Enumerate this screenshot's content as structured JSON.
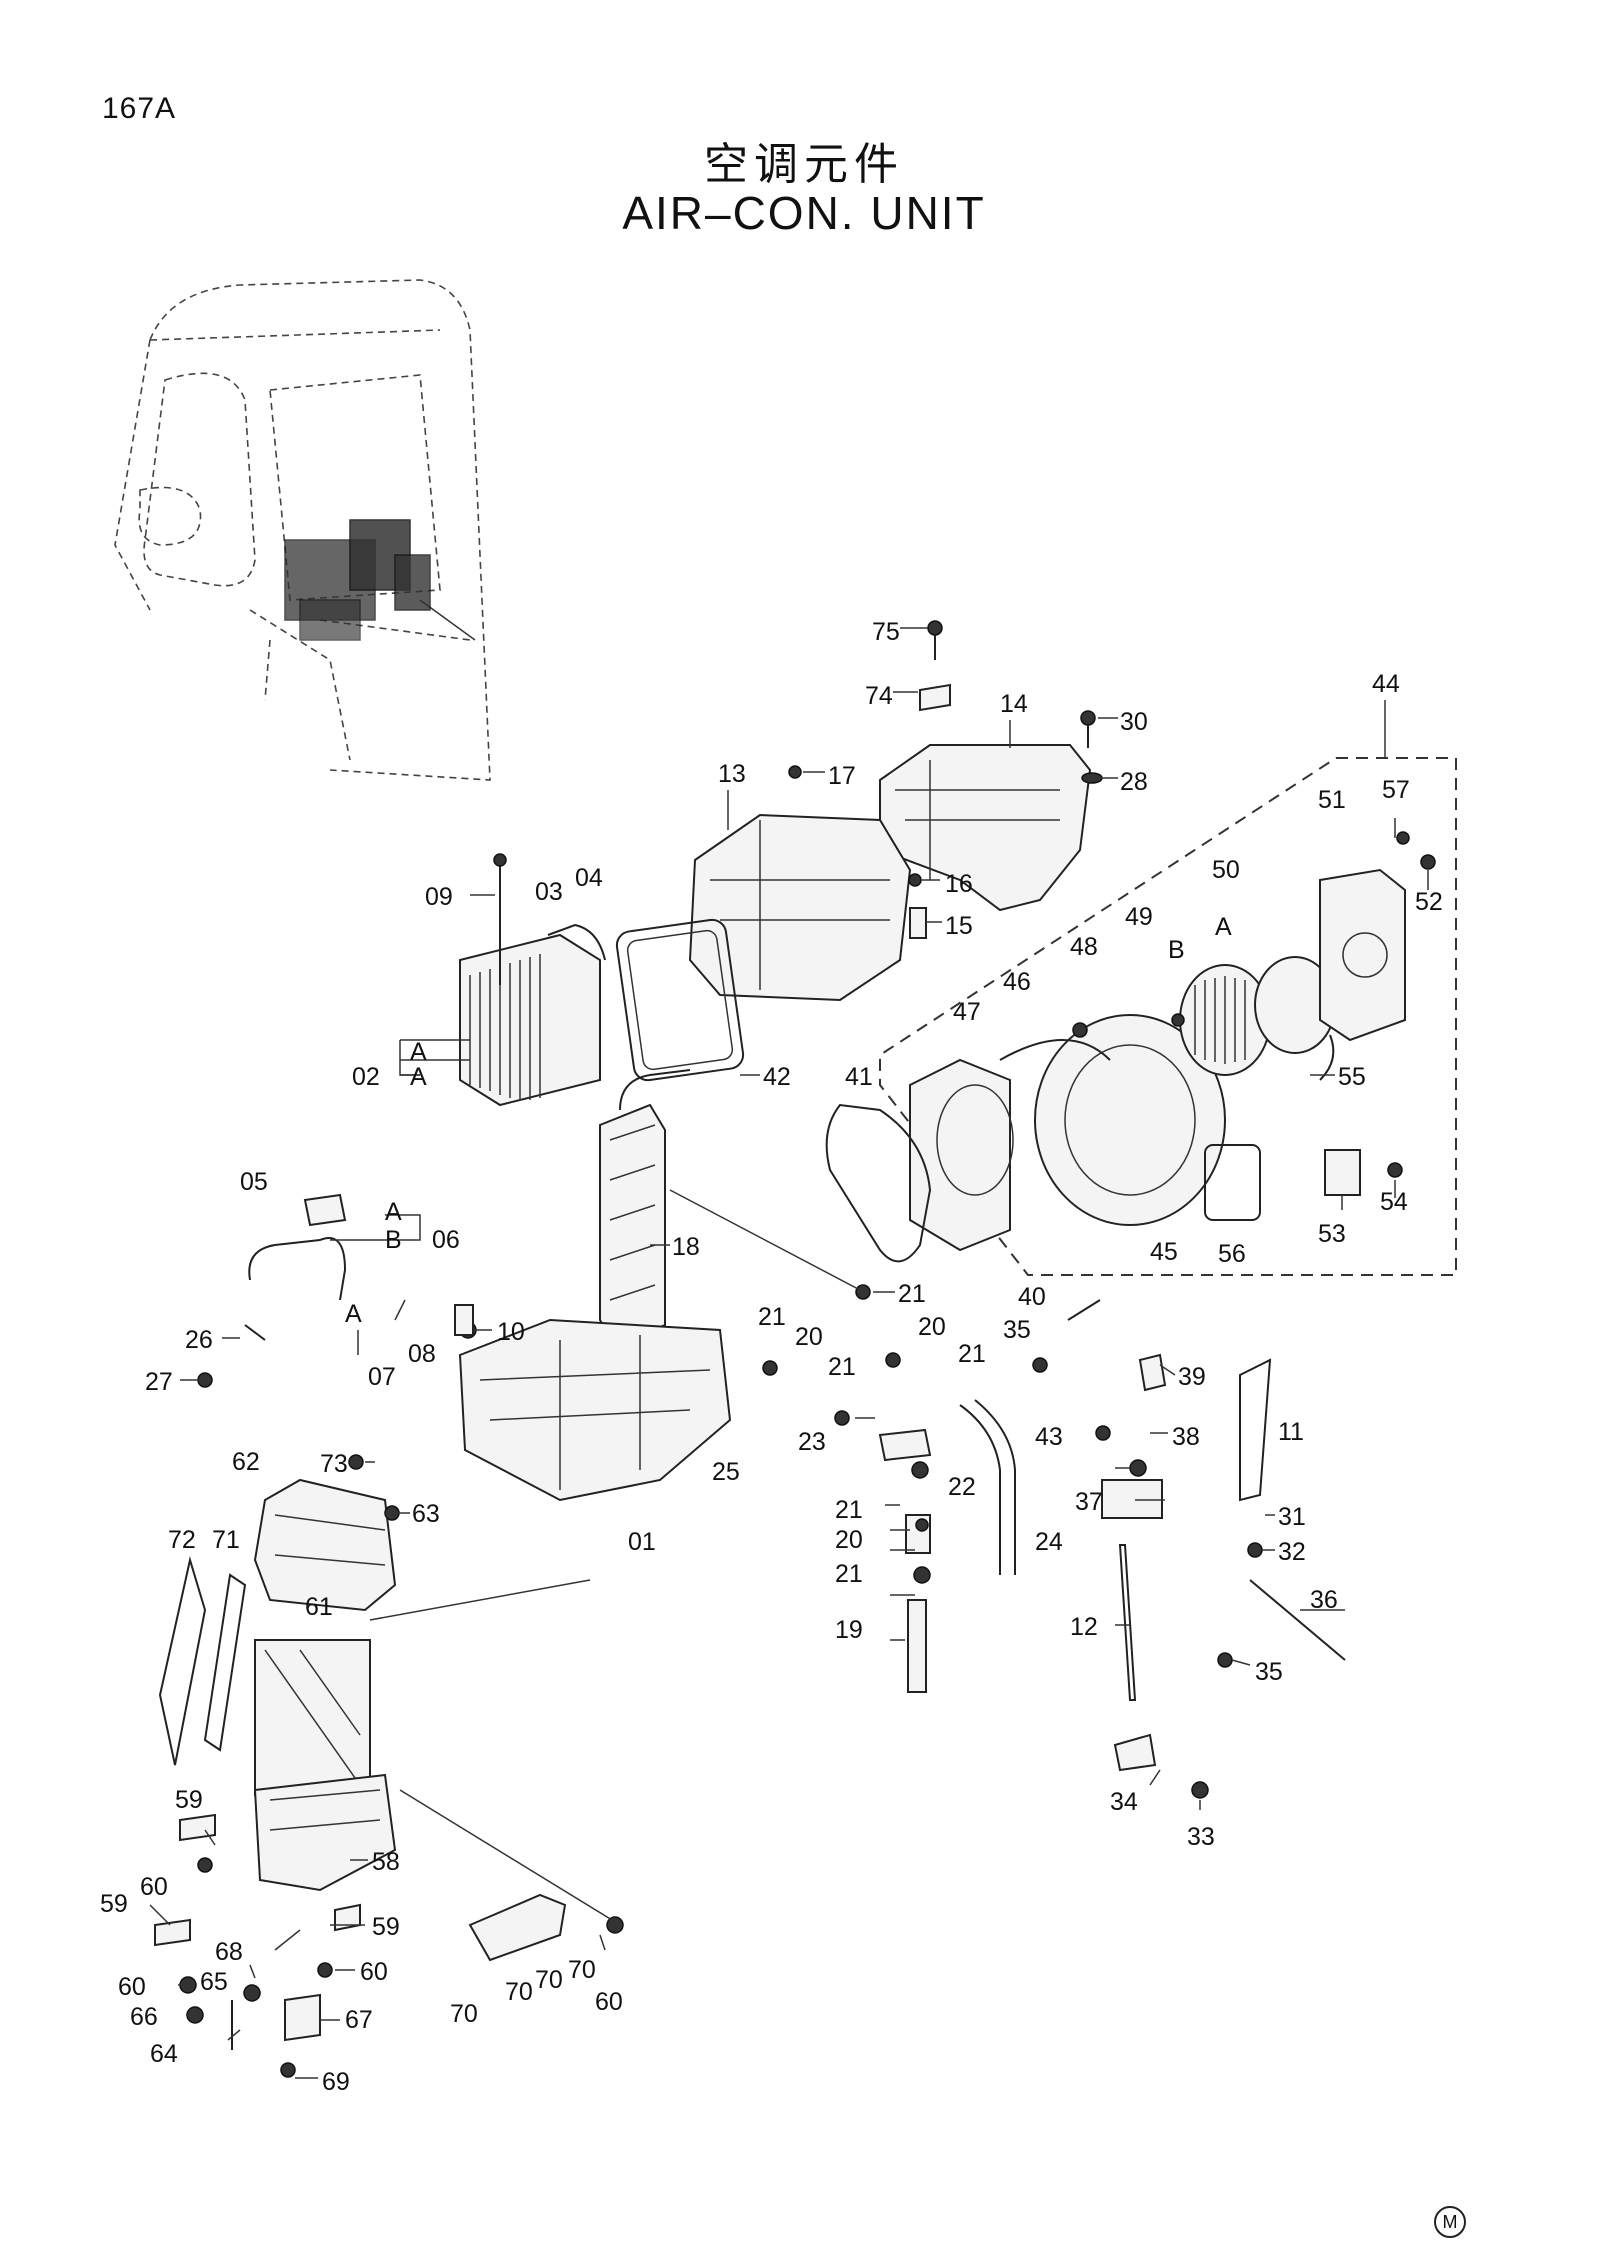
{
  "page": {
    "number": "167A",
    "title_cn": "空调元件",
    "title_en": "AIR–CON.  UNIT",
    "corner_mark": "M"
  },
  "callouts": [
    {
      "id": "c75",
      "text": "75"
    },
    {
      "id": "c74",
      "text": "74"
    },
    {
      "id": "c14",
      "text": "14"
    },
    {
      "id": "c30",
      "text": "30"
    },
    {
      "id": "c28",
      "text": "28"
    },
    {
      "id": "c44",
      "text": "44"
    },
    {
      "id": "c13",
      "text": "13"
    },
    {
      "id": "c17",
      "text": "17"
    },
    {
      "id": "c57",
      "text": "57"
    },
    {
      "id": "c51",
      "text": "51"
    },
    {
      "id": "c52",
      "text": "52"
    },
    {
      "id": "c09",
      "text": "09"
    },
    {
      "id": "c03",
      "text": "03"
    },
    {
      "id": "c04",
      "text": "04"
    },
    {
      "id": "c16",
      "text": "16"
    },
    {
      "id": "c15",
      "text": "15"
    },
    {
      "id": "c50",
      "text": "50"
    },
    {
      "id": "c50a",
      "text": "A"
    },
    {
      "id": "c49",
      "text": "49"
    },
    {
      "id": "c48",
      "text": "48"
    },
    {
      "id": "c49b",
      "text": "B"
    },
    {
      "id": "c46",
      "text": "46"
    },
    {
      "id": "c47",
      "text": "47"
    },
    {
      "id": "c42",
      "text": "42"
    },
    {
      "id": "c55",
      "text": "55"
    },
    {
      "id": "c02a1",
      "text": "A"
    },
    {
      "id": "c02",
      "text": "02"
    },
    {
      "id": "c02a2",
      "text": "A"
    },
    {
      "id": "c41",
      "text": "41"
    },
    {
      "id": "c05",
      "text": "05"
    },
    {
      "id": "c06a",
      "text": "A"
    },
    {
      "id": "c06b",
      "text": "B"
    },
    {
      "id": "c06",
      "text": "06"
    },
    {
      "id": "c18",
      "text": "18"
    },
    {
      "id": "c53",
      "text": "53"
    },
    {
      "id": "c54",
      "text": "54"
    },
    {
      "id": "c45",
      "text": "45"
    },
    {
      "id": "c56",
      "text": "56"
    },
    {
      "id": "c07a",
      "text": "A"
    },
    {
      "id": "c07",
      "text": "07"
    },
    {
      "id": "c08",
      "text": "08"
    },
    {
      "id": "c10",
      "text": "10"
    },
    {
      "id": "c21a",
      "text": "21"
    },
    {
      "id": "c40",
      "text": "40"
    },
    {
      "id": "c26",
      "text": "26"
    },
    {
      "id": "c27",
      "text": "27"
    },
    {
      "id": "c21b",
      "text": "21"
    },
    {
      "id": "c20a",
      "text": "20"
    },
    {
      "id": "c20b",
      "text": "20"
    },
    {
      "id": "c21c",
      "text": "21"
    },
    {
      "id": "c21d",
      "text": "21"
    },
    {
      "id": "c35a",
      "text": "35"
    },
    {
      "id": "c39",
      "text": "39"
    },
    {
      "id": "c11",
      "text": "11"
    },
    {
      "id": "c62",
      "text": "62"
    },
    {
      "id": "c73",
      "text": "73"
    },
    {
      "id": "c25",
      "text": "25"
    },
    {
      "id": "c23",
      "text": "23"
    },
    {
      "id": "c43",
      "text": "43"
    },
    {
      "id": "c38",
      "text": "38"
    },
    {
      "id": "c22",
      "text": "22"
    },
    {
      "id": "c21e",
      "text": "21"
    },
    {
      "id": "c37",
      "text": "37"
    },
    {
      "id": "c31",
      "text": "31"
    },
    {
      "id": "c63",
      "text": "63"
    },
    {
      "id": "c72",
      "text": "72"
    },
    {
      "id": "c71",
      "text": "71"
    },
    {
      "id": "c01",
      "text": "01"
    },
    {
      "id": "c20c",
      "text": "20"
    },
    {
      "id": "c24",
      "text": "24"
    },
    {
      "id": "c32",
      "text": "32"
    },
    {
      "id": "c21f",
      "text": "21"
    },
    {
      "id": "c36",
      "text": "36"
    },
    {
      "id": "c61",
      "text": "61"
    },
    {
      "id": "c19",
      "text": "19"
    },
    {
      "id": "c12",
      "text": "12"
    },
    {
      "id": "c35b",
      "text": "35"
    },
    {
      "id": "c59a",
      "text": "59"
    },
    {
      "id": "c34",
      "text": "34"
    },
    {
      "id": "c33",
      "text": "33"
    },
    {
      "id": "c60a",
      "text": "60"
    },
    {
      "id": "c58",
      "text": "58"
    },
    {
      "id": "c59b",
      "text": "59"
    },
    {
      "id": "c59c",
      "text": "59"
    },
    {
      "id": "c68",
      "text": "68"
    },
    {
      "id": "c60b",
      "text": "60"
    },
    {
      "id": "c60c",
      "text": "60"
    },
    {
      "id": "c65",
      "text": "65"
    },
    {
      "id": "c70a",
      "text": "70"
    },
    {
      "id": "c60d",
      "text": "60"
    },
    {
      "id": "c70b",
      "text": "70"
    },
    {
      "id": "c66",
      "text": "66"
    },
    {
      "id": "c67",
      "text": "67"
    },
    {
      "id": "c70c",
      "text": "70"
    },
    {
      "id": "c70d",
      "text": "70"
    },
    {
      "id": "c64",
      "text": "64"
    },
    {
      "id": "c69",
      "text": "69"
    }
  ]
}
